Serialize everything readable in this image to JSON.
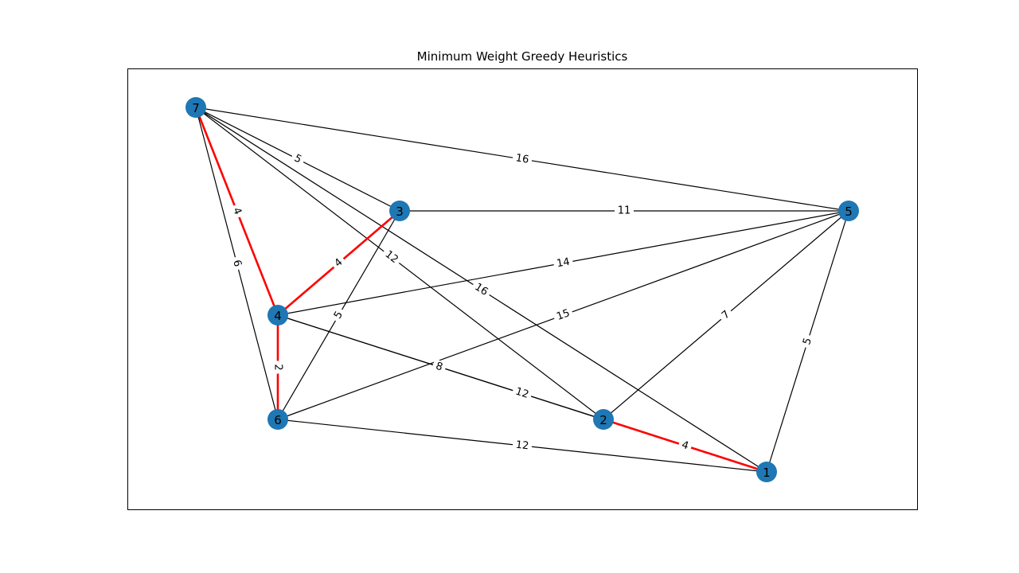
{
  "title": "Minimum Weight Greedy Heuristics",
  "colors": {
    "node": "#1f77b4",
    "edge": "#000000",
    "highlight": "#ff0000",
    "frame": "#000000"
  },
  "nodes": [
    "1",
    "2",
    "3",
    "4",
    "5",
    "6",
    "7"
  ],
  "edges": [
    {
      "source": "7",
      "target": "5",
      "weight": "16",
      "highlighted": false
    },
    {
      "source": "7",
      "target": "3",
      "weight": "5",
      "highlighted": false
    },
    {
      "source": "7",
      "target": "4",
      "weight": "4",
      "highlighted": true
    },
    {
      "source": "7",
      "target": "6",
      "weight": "6",
      "highlighted": false
    },
    {
      "source": "7",
      "target": "2",
      "weight": "12",
      "highlighted": false
    },
    {
      "source": "7",
      "target": "1",
      "weight": "16",
      "highlighted": false
    },
    {
      "source": "3",
      "target": "5",
      "weight": "11",
      "highlighted": false
    },
    {
      "source": "3",
      "target": "4",
      "weight": "4",
      "highlighted": true
    },
    {
      "source": "3",
      "target": "6",
      "weight": "5",
      "highlighted": false
    },
    {
      "source": "4",
      "target": "5",
      "weight": "14",
      "highlighted": false
    },
    {
      "source": "4",
      "target": "6",
      "weight": "2",
      "highlighted": true
    },
    {
      "source": "4",
      "target": "2",
      "weight": "12",
      "highlighted": false
    },
    {
      "source": "4",
      "target": "1",
      "weight": "8",
      "highlighted": false
    },
    {
      "source": "6",
      "target": "5",
      "weight": "15",
      "highlighted": false
    },
    {
      "source": "6",
      "target": "1",
      "weight": "12",
      "highlighted": false
    },
    {
      "source": "2",
      "target": "5",
      "weight": "7",
      "highlighted": false
    },
    {
      "source": "2",
      "target": "1",
      "weight": "4",
      "highlighted": true
    },
    {
      "source": "5",
      "target": "1",
      "weight": "5",
      "highlighted": false
    }
  ]
}
